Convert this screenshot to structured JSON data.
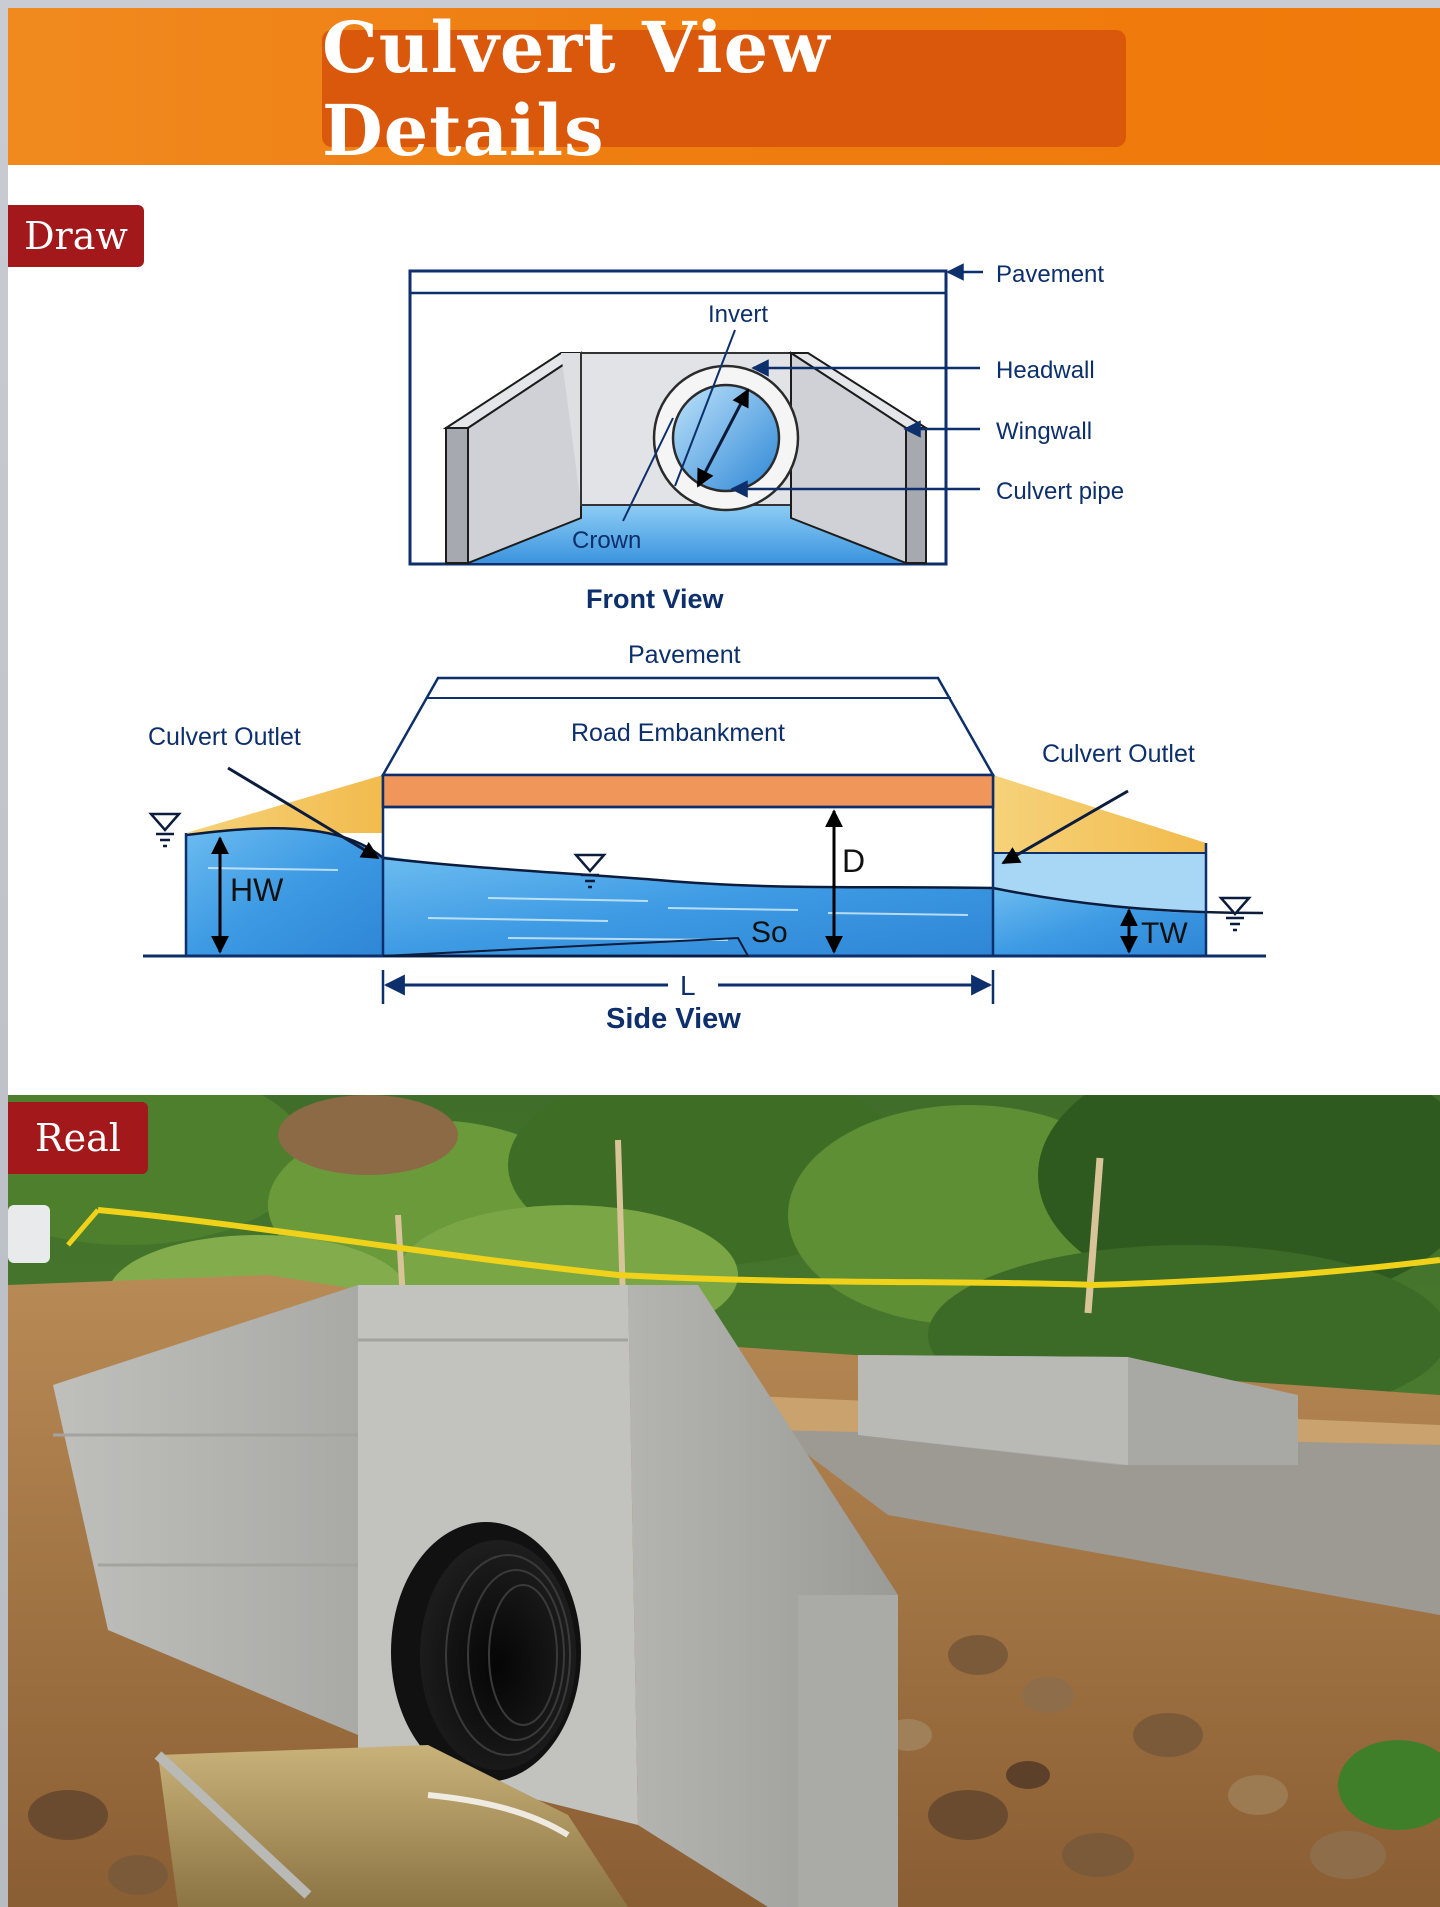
{
  "header": {
    "title": "Culvert View Details"
  },
  "badges": {
    "draw": "Draw",
    "real": "Real"
  },
  "front_view": {
    "caption": "Front View",
    "labels": {
      "invert": "Invert",
      "crown": "Crown",
      "pavement": "Pavement",
      "headwall": "Headwall",
      "wingwall": "Wingwall",
      "culvert_pipe": "Culvert pipe"
    }
  },
  "side_view": {
    "caption": "Side View",
    "labels": {
      "pavement": "Pavement",
      "road_embankment": "Road Embankment",
      "culvert_outlet_left": "Culvert Outlet",
      "culvert_outlet_right": "Culvert Outlet",
      "hw": "HW",
      "tw": "TW",
      "d": "D",
      "so": "So",
      "l": "L"
    }
  },
  "colors": {
    "header_orange": "#f08a1f",
    "title_box": "#d9580b",
    "badge_red": "#a3181b",
    "diagram_navy": "#0d2f6b",
    "water_blue": "#4aa6e6",
    "embankment_yellow": "#f5c45a",
    "pavement_orange": "#f0965a"
  }
}
